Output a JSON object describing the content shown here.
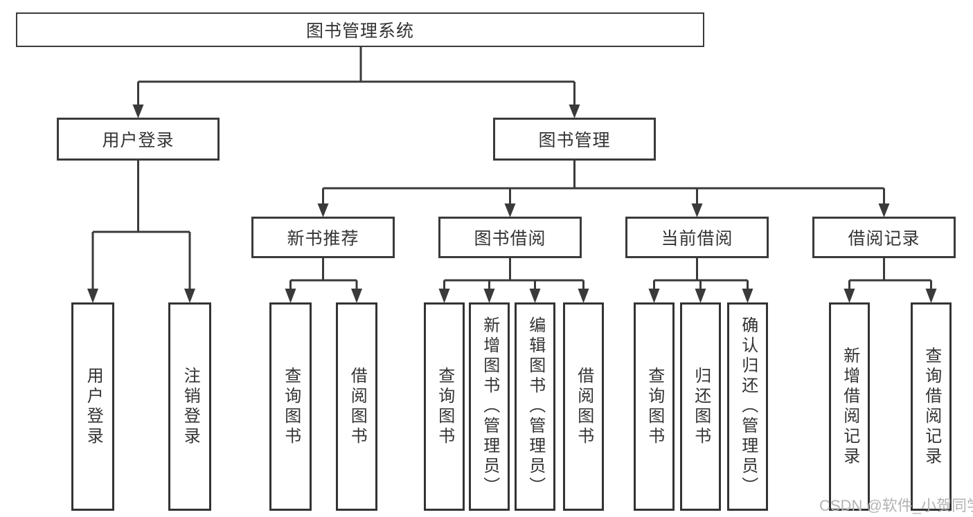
{
  "tree": {
    "root": {
      "label": "图书管理系统"
    },
    "level2": [
      {
        "label": "用户登录"
      },
      {
        "label": "图书管理"
      }
    ],
    "level3": [
      {
        "label": "新书推荐"
      },
      {
        "label": "图书借阅"
      },
      {
        "label": "当前借阅"
      },
      {
        "label": "借阅记录"
      }
    ],
    "leaves": {
      "user_login": [
        {
          "label": "用户登录"
        },
        {
          "label": "注销登录"
        }
      ],
      "new_books": [
        {
          "label": "查询图书"
        },
        {
          "label": "借阅图书"
        }
      ],
      "book_borrow": [
        {
          "label": "查询图书"
        },
        {
          "label": "新增图书（管理员）"
        },
        {
          "label": "编辑图书（管理员）"
        },
        {
          "label": "借阅图书"
        }
      ],
      "current_borrow": [
        {
          "label": "查询图书"
        },
        {
          "label": "归还图书"
        },
        {
          "label": "确认归还（管理员）"
        }
      ],
      "borrow_records": [
        {
          "label": "新增借阅记录"
        },
        {
          "label": "查询借阅记录"
        }
      ]
    }
  },
  "watermark": "CSDN @软件_小贺同学",
  "colors": {
    "line": "#3a3a3a",
    "text": "#333333",
    "box_background": "#ffffff",
    "page_background": "#ffffff",
    "watermark": "#b3b3b3"
  }
}
